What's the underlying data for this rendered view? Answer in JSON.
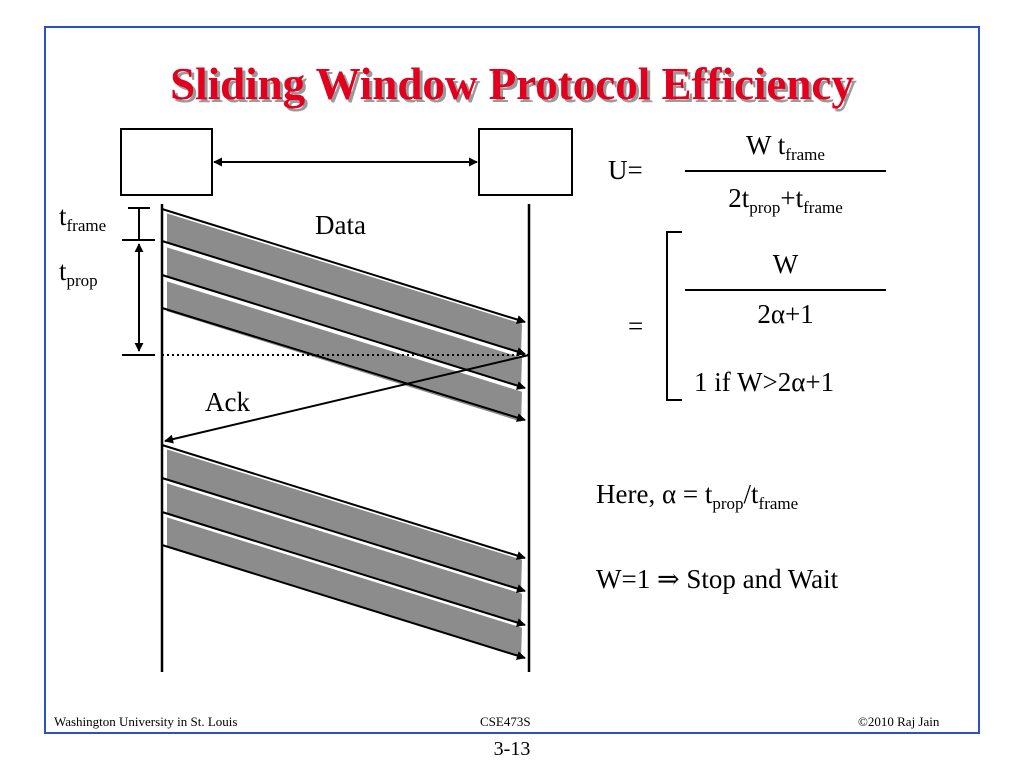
{
  "title": "Sliding Window Protocol Efficiency",
  "diagram": {
    "t_frame": {
      "base": "t",
      "sub": "frame"
    },
    "t_prop": {
      "base": "t",
      "sub": "prop"
    },
    "data_label": "Data",
    "ack_label": "Ack"
  },
  "formula": {
    "u_lhs": "U=",
    "u_num_base": "W t",
    "u_num_sub": "frame",
    "u_den_a": "2t",
    "u_den_a_sub": "prop",
    "u_den_b": "+t",
    "u_den_b_sub": "frame",
    "eq_sign": "=",
    "case1_num": "W",
    "case1_den": "2α+1",
    "case2": "1 if W>2α+1",
    "here_prefix": "Here, α = t",
    "here_sub1": "prop",
    "here_mid": "/t",
    "here_sub2": "frame",
    "stop_wait": "W=1 ⇒ Stop and Wait"
  },
  "footer": {
    "left": "Washington University in St. Louis",
    "center": "CSE473S",
    "right": "©2010 Raj Jain",
    "page": "3-13"
  },
  "colors": {
    "frame_border": "#2b50c8",
    "title": "#e3001f",
    "band": "#8c8c8c"
  }
}
